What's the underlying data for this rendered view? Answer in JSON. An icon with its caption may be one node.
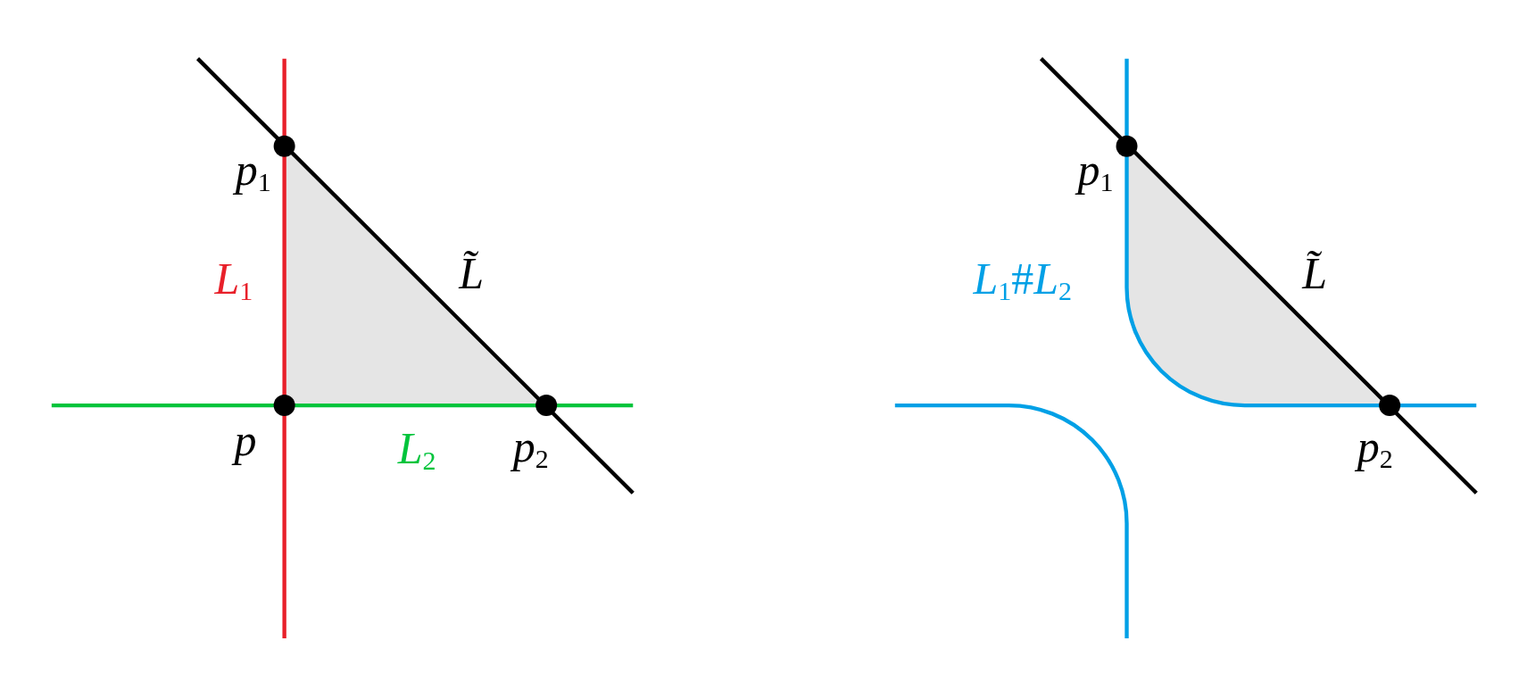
{
  "diagram": {
    "labels": [
      "*p*$_{1}$",
      "*L*$_{1}$",
      "*L̃*",
      "*p*",
      "*L*$_{2}$",
      "*p*$_{2}$",
      "*p*$_{1}$",
      "*L*$_{1}$#*L*$_{2}$",
      "*L̃*",
      "*p*$_{2}$"
    ]
  }
}
